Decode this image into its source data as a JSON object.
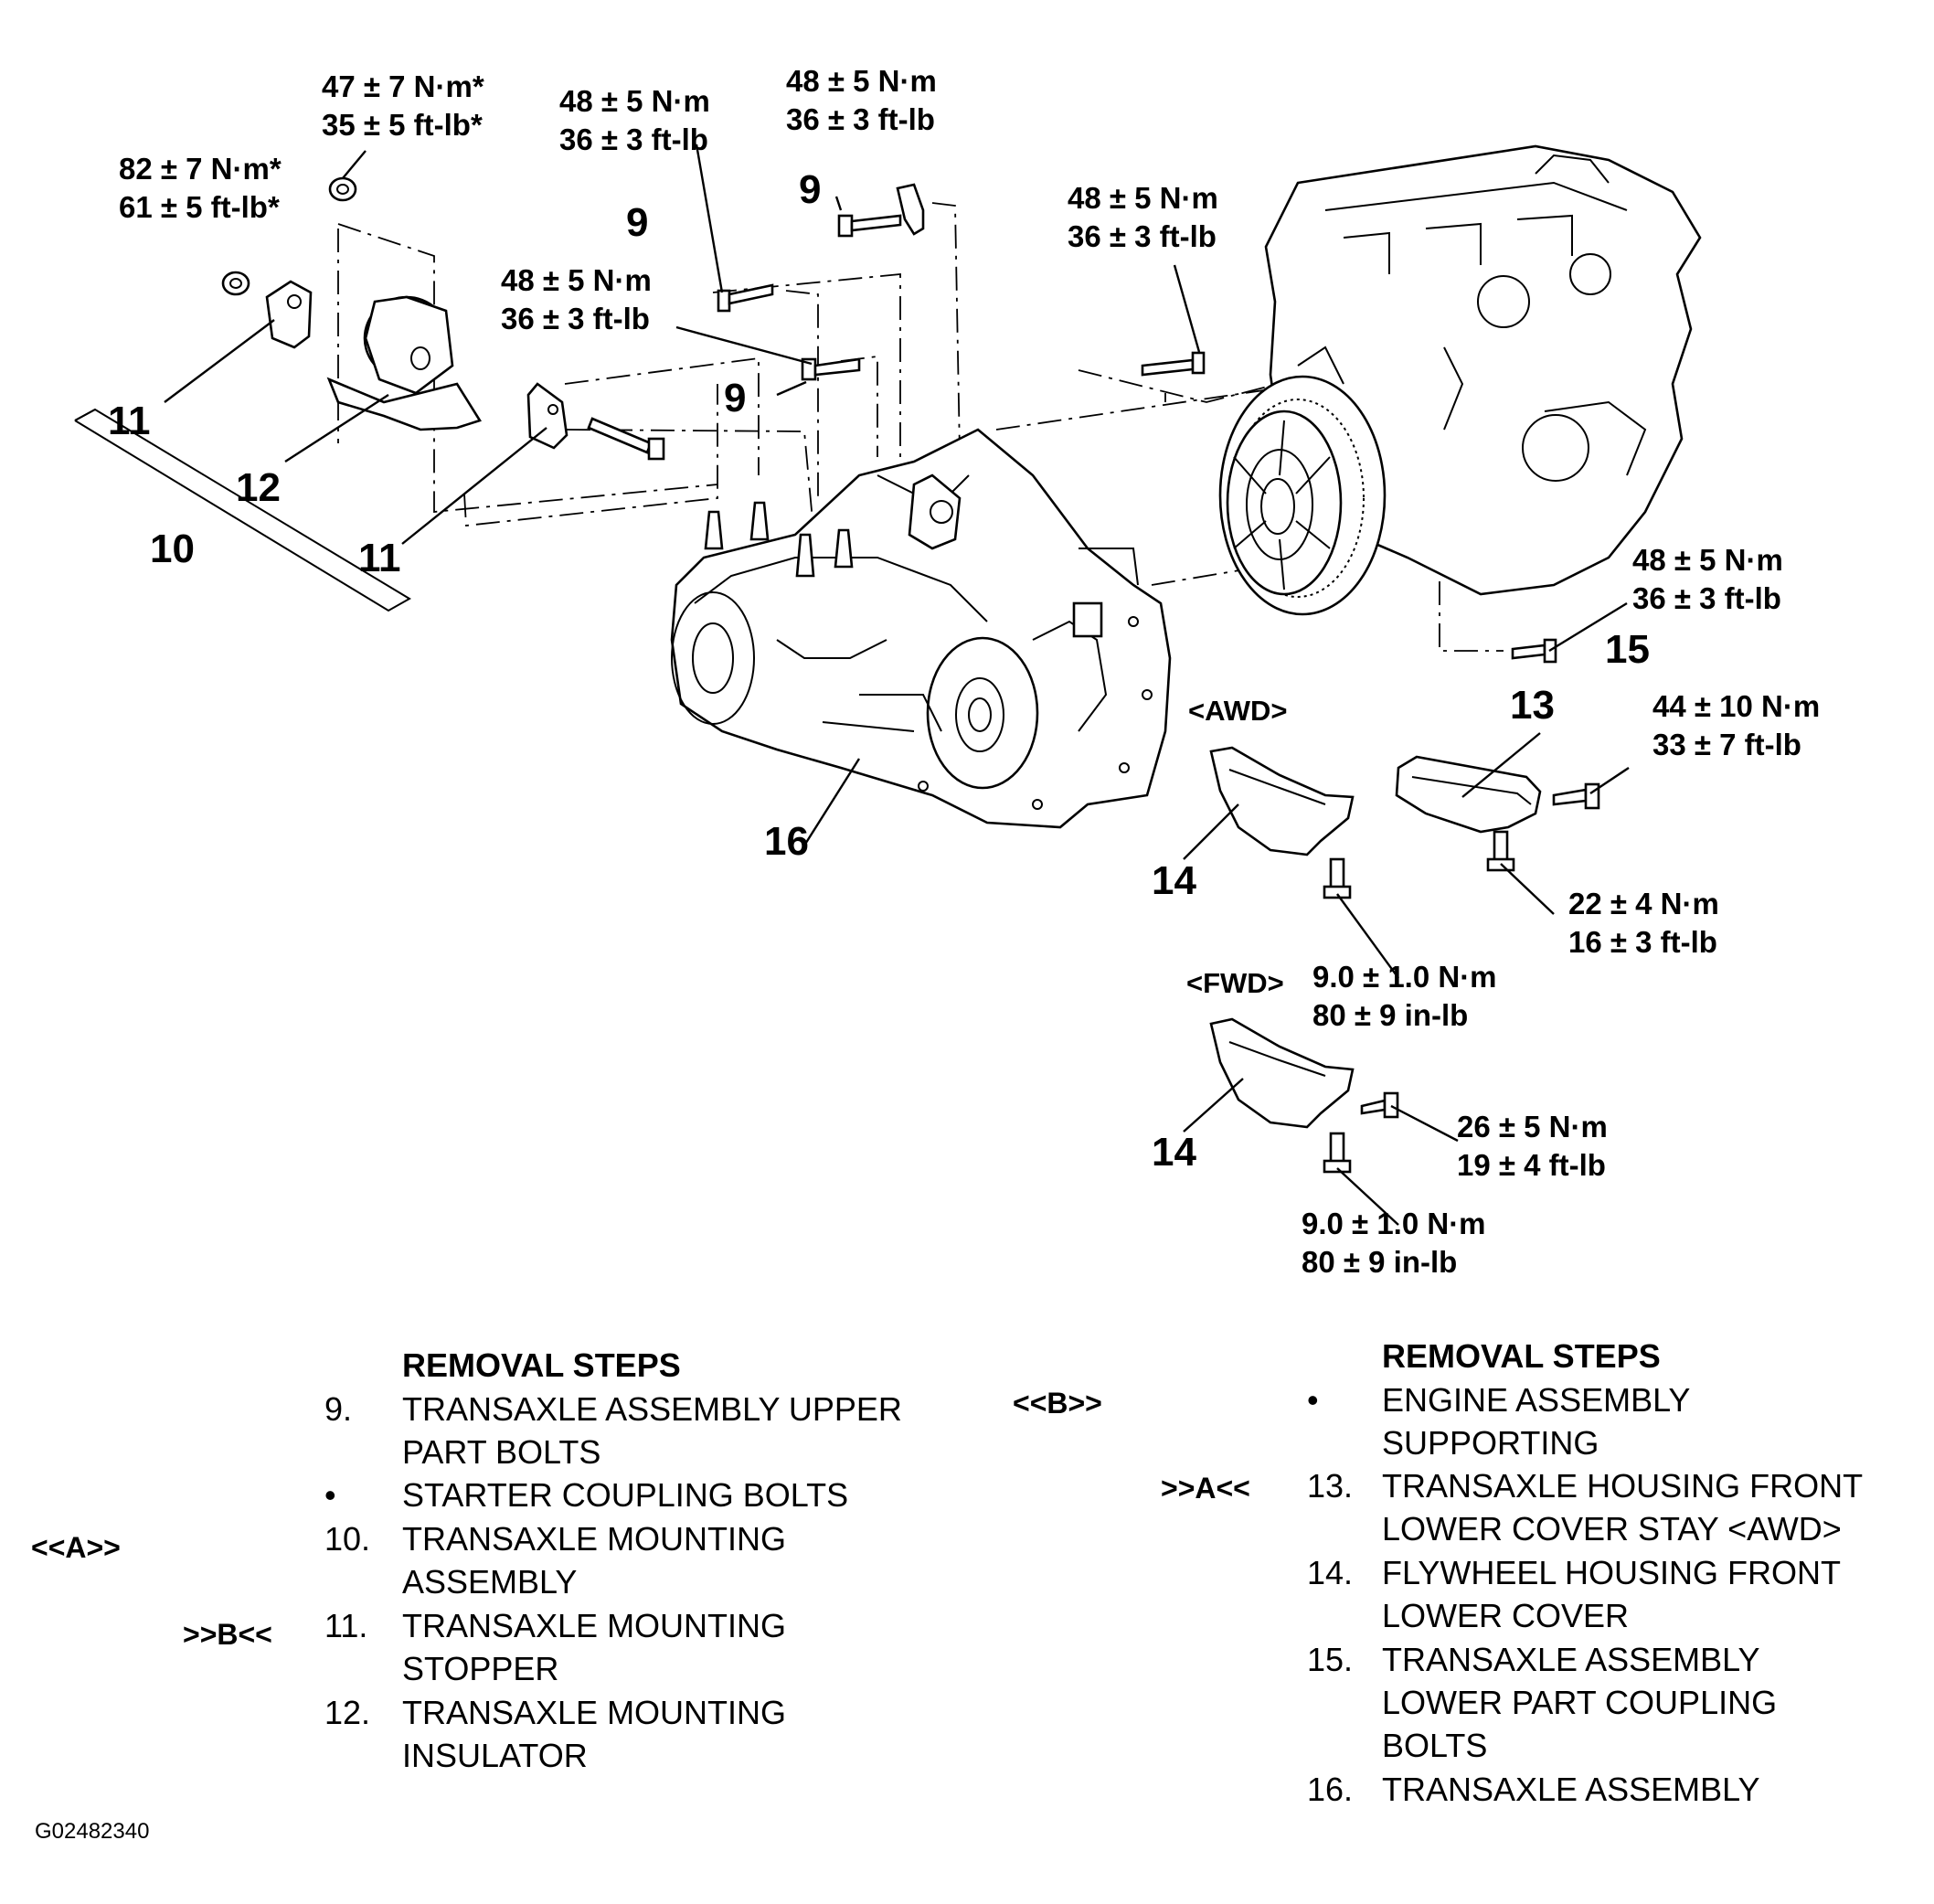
{
  "torque_specs": {
    "t1": [
      "82 ± 7 N·m*",
      "61 ± 5 ft-lb*"
    ],
    "t2": [
      "47 ± 7 N·m*",
      "35 ± 5 ft-lb*"
    ],
    "t3": [
      "48 ± 5 N·m",
      "36 ± 3 ft-lb"
    ],
    "t4": [
      "48 ± 5 N·m",
      "36 ± 3 ft-lb"
    ],
    "t5": [
      "48 ± 5 N·m",
      "36 ± 3 ft-lb"
    ],
    "t6": [
      "48 ± 5 N·m",
      "36 ± 3 ft-lb"
    ],
    "t7": [
      "48 ± 5 N·m",
      "36 ± 3 ft-lb"
    ],
    "t8": [
      "44 ± 10 N·m",
      "33 ± 7 ft-lb"
    ],
    "t9": [
      "22 ± 4 N·m",
      "16 ± 3 ft-lb"
    ],
    "t10": [
      "9.0 ± 1.0 N·m",
      "80 ± 9 in-lb"
    ],
    "t11": [
      "26 ± 5 N·m",
      "19 ± 4 ft-lb"
    ],
    "t12": [
      "9.0 ± 1.0 N·m",
      "80 ± 9 in-lb"
    ]
  },
  "callouts": {
    "c9a": "9",
    "c9b": "9",
    "c9c": "9",
    "c10": "10",
    "c11a": "11",
    "c11b": "11",
    "c12": "12",
    "c13": "13",
    "c14a": "14",
    "c14b": "14",
    "c15": "15",
    "c16": "16"
  },
  "variants": {
    "awd": "<AWD>",
    "fwd": "<FWD>"
  },
  "left_steps": {
    "heading": "REMOVAL STEPS",
    "items": [
      {
        "marker": "",
        "num": "9.",
        "lines": [
          "TRANSAXLE ASSEMBLY UPPER",
          "PART BOLTS"
        ]
      },
      {
        "marker": "",
        "num": "•",
        "lines": [
          "STARTER COUPLING BOLTS"
        ]
      },
      {
        "marker": "<<A>>",
        "num": "10.",
        "lines": [
          "TRANSAXLE MOUNTING",
          "ASSEMBLY"
        ]
      },
      {
        "marker": ">>B<<",
        "num": "11.",
        "lines": [
          "TRANSAXLE MOUNTING",
          "STOPPER"
        ]
      },
      {
        "marker": "",
        "num": "12.",
        "lines": [
          "TRANSAXLE MOUNTING",
          "INSULATOR"
        ]
      }
    ]
  },
  "right_steps": {
    "heading": "REMOVAL STEPS",
    "items": [
      {
        "marker": "<<B>>",
        "num": "•",
        "lines": [
          "ENGINE ASSEMBLY",
          "SUPPORTING"
        ]
      },
      {
        "marker": ">>A<<",
        "num": "13.",
        "lines": [
          "TRANSAXLE HOUSING FRONT",
          "LOWER COVER STAY <AWD>"
        ]
      },
      {
        "marker": "",
        "num": "14.",
        "lines": [
          "FLYWHEEL HOUSING FRONT",
          "LOWER COVER"
        ]
      },
      {
        "marker": "",
        "num": "15.",
        "lines": [
          "TRANSAXLE ASSEMBLY",
          "LOWER PART COUPLING",
          "BOLTS"
        ]
      },
      {
        "marker": "",
        "num": "16.",
        "lines": [
          "TRANSAXLE ASSEMBLY"
        ]
      }
    ]
  },
  "figure_id": "G02482340"
}
